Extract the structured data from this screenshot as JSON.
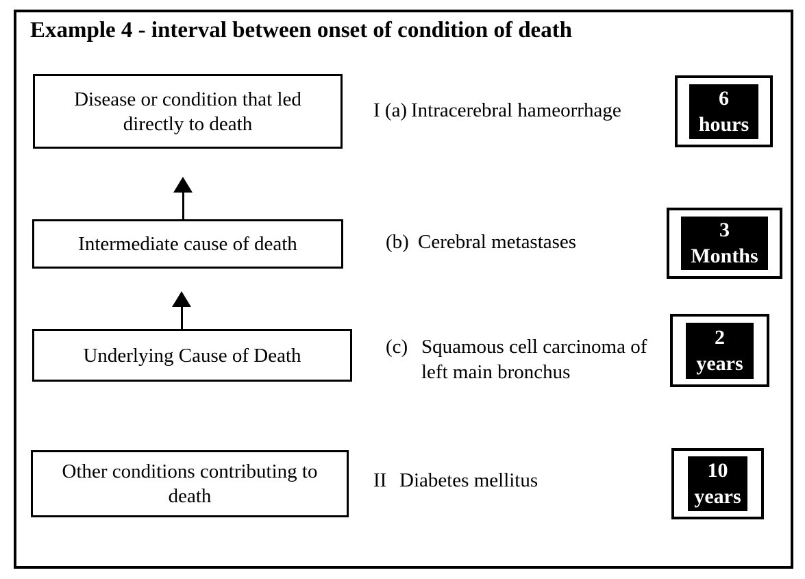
{
  "title": "Example 4 - interval between onset of condition of death",
  "colors": {
    "ink": "#000000",
    "paper": "#ffffff"
  },
  "rows": [
    {
      "box_label": "Disease or condition that led directly to death",
      "entry_prefix": "I (a)",
      "entry_text": "Intracerebral hameorrhage",
      "interval_value": "6",
      "interval_unit": "hours"
    },
    {
      "box_label": "Intermediate cause of death",
      "entry_prefix": "(b)",
      "entry_text": "Cerebral metastases",
      "interval_value": "3",
      "interval_unit": "Months"
    },
    {
      "box_label": "Underlying Cause of Death",
      "entry_prefix": "(c)",
      "entry_text": "Squamous cell carcinoma of left main bronchus",
      "interval_value": "2",
      "interval_unit": "years"
    },
    {
      "box_label": "Other conditions contributing to death",
      "entry_prefix": "II",
      "entry_text": "Diabetes mellitus",
      "interval_value": "10",
      "interval_unit": "years"
    }
  ]
}
